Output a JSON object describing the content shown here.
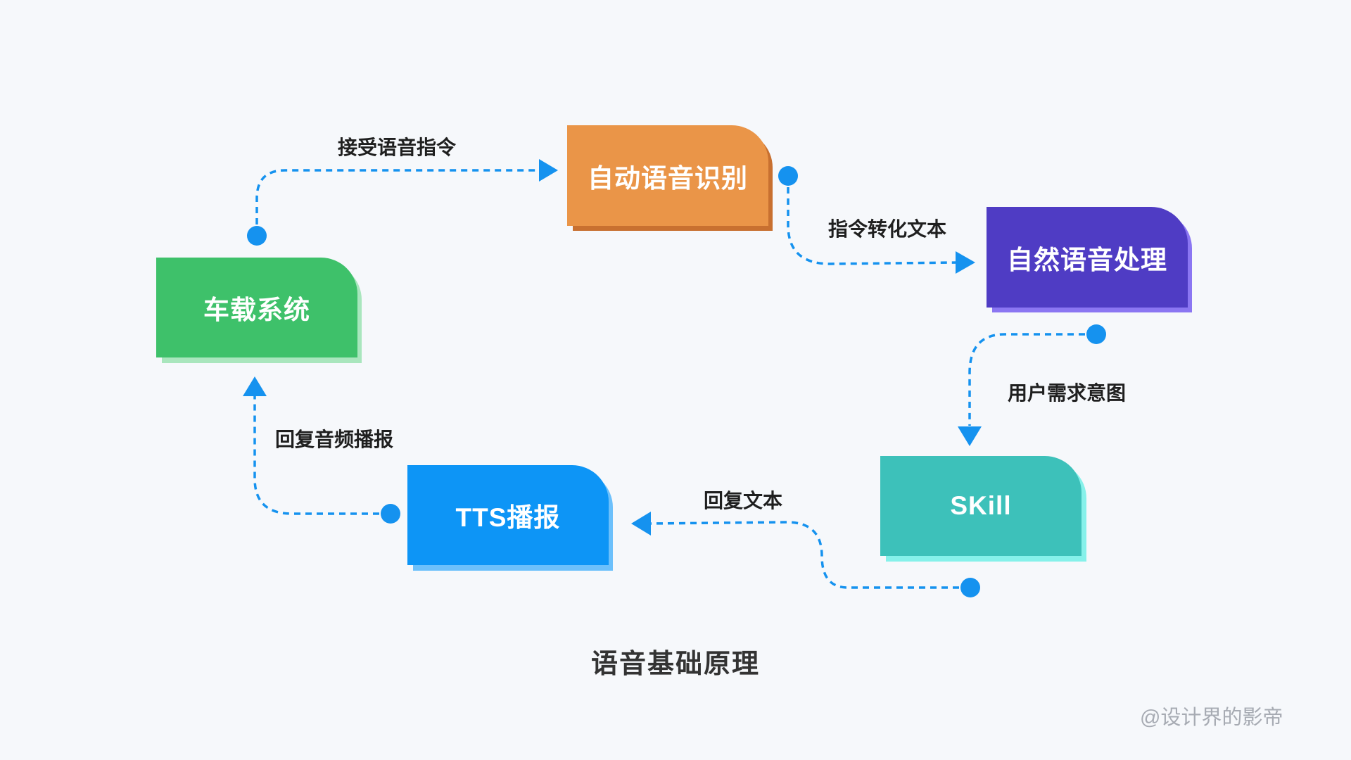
{
  "nodes": {
    "asr": {
      "label": "自动语音识别",
      "color": "#ea9548",
      "shadow": "#c87030"
    },
    "nlp": {
      "label": "自然语音处理",
      "color": "#4f3cc4",
      "shadow": "#8b76f2"
    },
    "skill": {
      "label": "SKill",
      "color": "#3dc1ba",
      "shadow": "#86f1ea"
    },
    "tts": {
      "label": "TTS播报",
      "color": "#0d95f6",
      "shadow": "#6cc0fb"
    },
    "car": {
      "label": "车载系统",
      "color": "#3ec16a",
      "shadow": "#a9e6bd"
    }
  },
  "edges": [
    {
      "from": "car",
      "to": "asr",
      "label": "接受语音指令"
    },
    {
      "from": "asr",
      "to": "nlp",
      "label": "指令转化文本"
    },
    {
      "from": "nlp",
      "to": "skill",
      "label": "用户需求意图"
    },
    {
      "from": "skill",
      "to": "tts",
      "label": "回复文本"
    },
    {
      "from": "tts",
      "to": "car",
      "label": "回复音频播报"
    }
  ],
  "colors": {
    "connector": "#1592ef",
    "background": "#f6f8fb"
  },
  "caption": "语音基础原理",
  "watermark": "@设计界的影帝"
}
